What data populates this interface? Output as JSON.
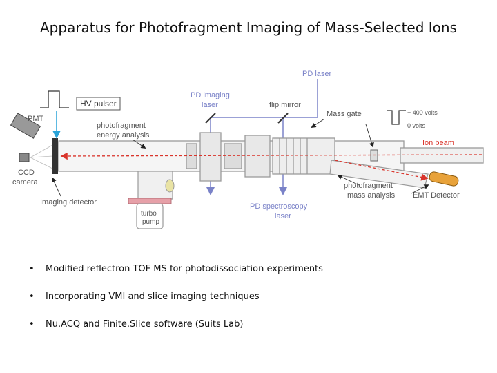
{
  "slide": {
    "title": "Apparatus for Photofragment Imaging of Mass-Selected Ions",
    "bullets": [
      "Modified reflectron TOF MS for photodissociation experiments",
      "Incorporating VMI and slice imaging techniques",
      "Nu.ACQ and Finite.Slice software (Suits Lab)"
    ]
  },
  "diagram": {
    "labels": {
      "pd_laser": "PD laser",
      "pd_imaging_laser": [
        "PD imaging",
        "laser"
      ],
      "hv_pulser": "HV pulser",
      "flip_mirror": "flip mirror",
      "mass_gate": "Mass gate",
      "plus_400_volts": "+ 400 volts",
      "zero_volts": "0 volts",
      "ion_beam": "Ion beam",
      "pmt": "PMT",
      "photofragment_energy_analysis": [
        "photofragment",
        "energy analysis"
      ],
      "ccd_camera": [
        "CCD",
        "camera"
      ],
      "imaging_detector": "Imaging detector",
      "turbo_pump": [
        "turbo",
        "pump"
      ],
      "pd_spectroscopy_laser": [
        "PD spectroscopy",
        "laser"
      ],
      "photofragment_mass_analysis": [
        "photofragment",
        "mass analysis"
      ],
      "emt_detector": "EMT Detector"
    },
    "colors": {
      "laser": "#7a82c8",
      "ion_beam": "#d9342b",
      "pmt_arrow": "#29a3d8",
      "chamber": "#9a9a9a",
      "gasket": "#e6a0a8",
      "emt": "#e8a23a"
    }
  }
}
